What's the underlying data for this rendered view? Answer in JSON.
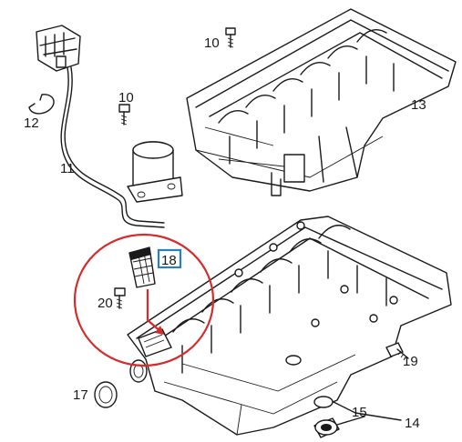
{
  "callout_color": "#d62b2b",
  "highlight_color": "#2a7fbf",
  "labels": {
    "l10a": "10",
    "l10b": "10",
    "l11": "11",
    "l12": "12",
    "l13": "13",
    "l14": "14",
    "l15": "15",
    "l17": "17",
    "l18": "18",
    "l19": "19",
    "l20": "20"
  }
}
